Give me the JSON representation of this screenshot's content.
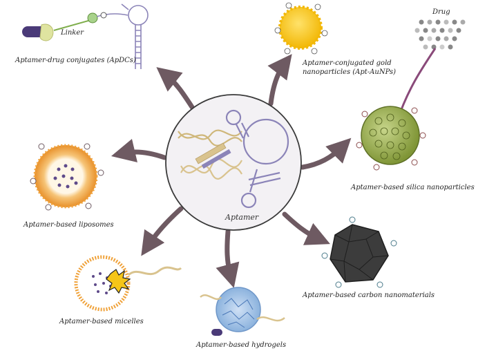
{
  "center": {
    "label": "Aptamer"
  },
  "labels": {
    "linker": "Linker",
    "drug": "Drug",
    "apdc": "Aptamer-drug conjugates (ApDCs)",
    "gold_line1": "Aptamer-conjugated gold",
    "gold_line2": "nanoparticles (Apt-AuNPs)",
    "silica": "Aptamer-based silica nanoparticles",
    "liposomes": "Aptamer-based liposomes",
    "carbon": "Aptamer-based carbon nanomaterials",
    "micelles": "Aptamer-based micelles",
    "hydrogels": "Aptamer-based hydrogels"
  },
  "colors": {
    "arrow": "#6e5a62",
    "circle_fill": "#f3f1f4",
    "aptamer_purple": "#8b84b8",
    "helix_tan": "#d9c38e",
    "gold": "#f5c518",
    "silica_green": "#8fa64a",
    "liposome_orange": "#f0a23a",
    "carbon_dark": "#3c3c3c",
    "hydrogel_blue": "#7fa8d6",
    "drug_purple": "#5e4a8a"
  }
}
